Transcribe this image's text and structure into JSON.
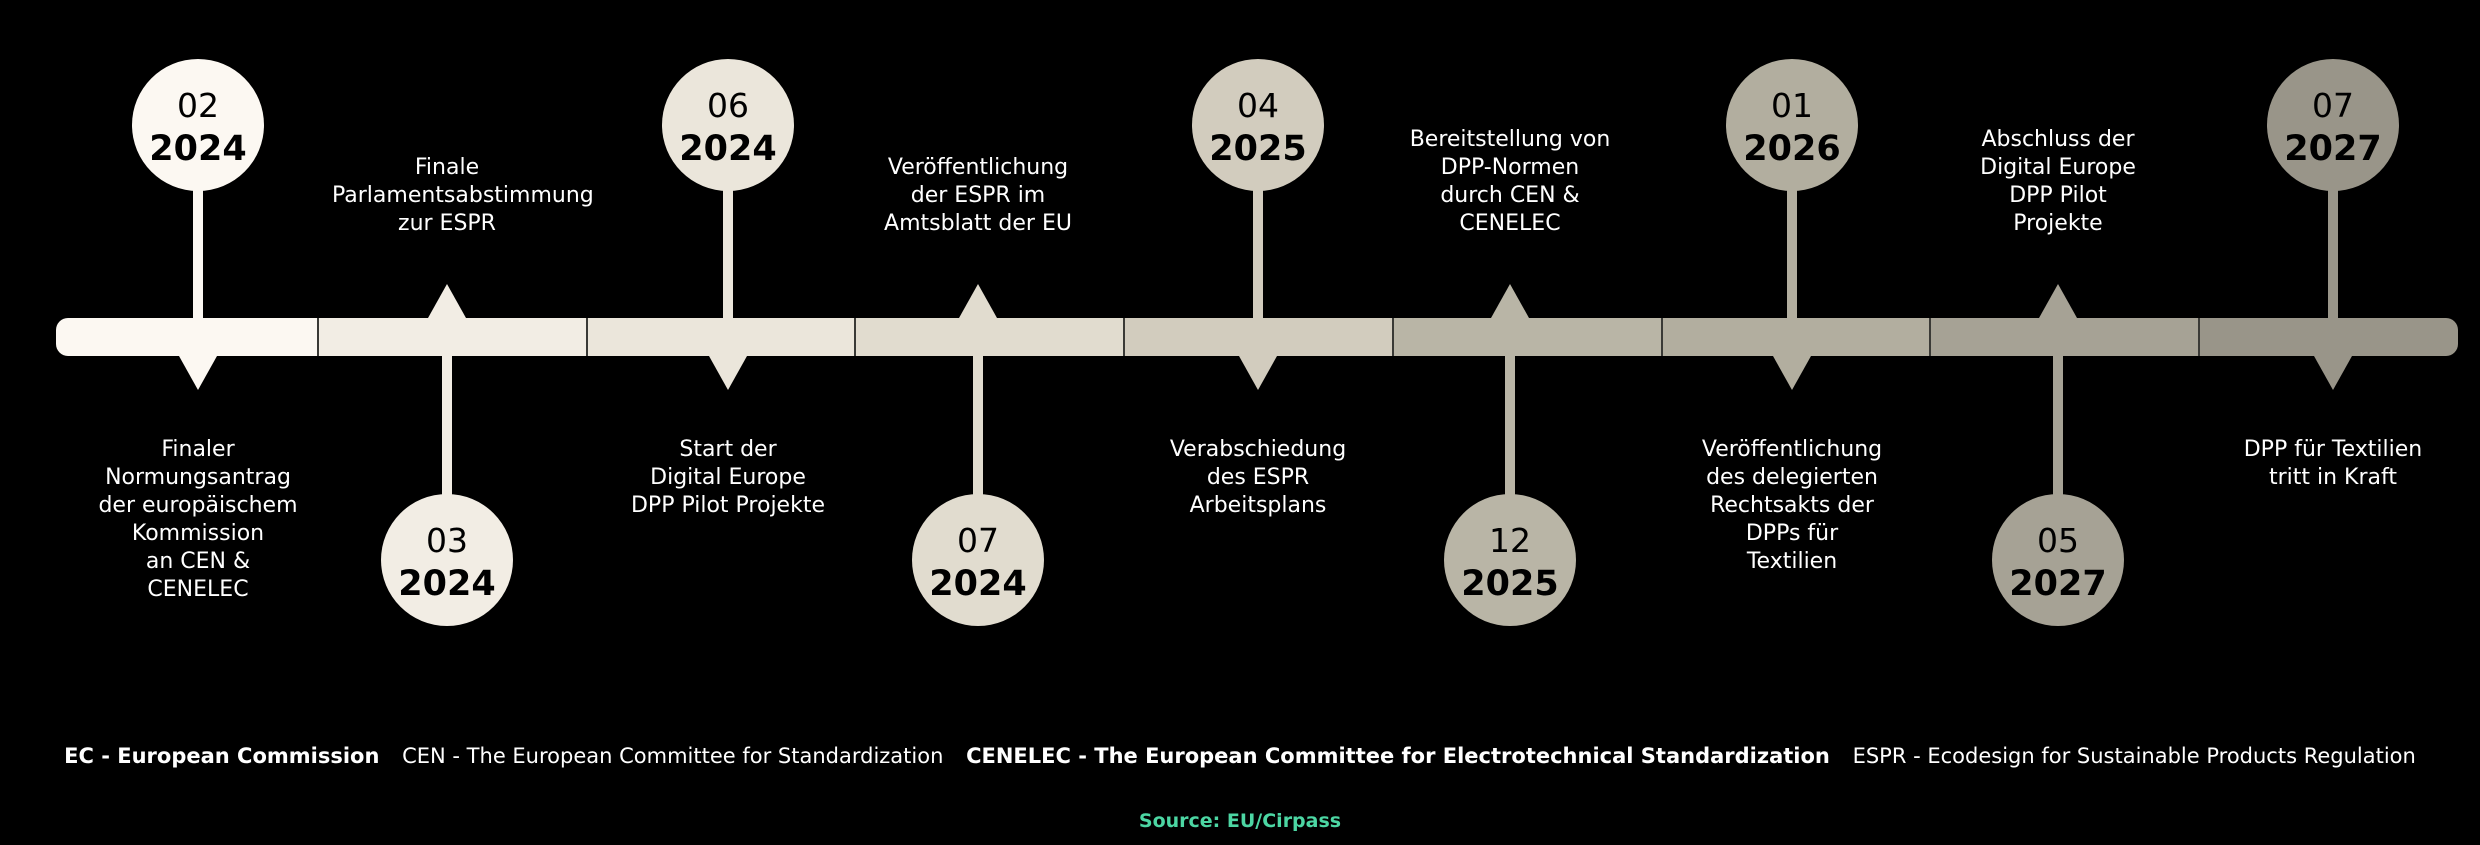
{
  "colors": {
    "background": "#000000",
    "text": "#ffffff",
    "source": "#4cd6a3",
    "date_text": "#000000",
    "bar_segments": [
      "#fcf8f2",
      "#f2ede4",
      "#ebe6db",
      "#e1dccf",
      "#d2ccbe",
      "#b9b5a6",
      "#b2ae9f",
      "#a6a295",
      "#999589"
    ]
  },
  "events": [
    {
      "month": "02",
      "year": "2024",
      "position": "above",
      "color": "#fcf8f2",
      "lines": [
        "Finaler",
        "Normungsantrag",
        "der europäischem",
        "Kommission",
        "an CEN &",
        "CENELEC"
      ]
    },
    {
      "month": "03",
      "year": "2024",
      "position": "below",
      "color": "#f2ede4",
      "lines": [
        "Finale",
        "Parlamentsabstimmung",
        "zur ESPR"
      ]
    },
    {
      "month": "06",
      "year": "2024",
      "position": "above",
      "color": "#ebe6db",
      "lines": [
        "Start der",
        "Digital Europe",
        "DPP Pilot Projekte"
      ]
    },
    {
      "month": "07",
      "year": "2024",
      "position": "below",
      "color": "#e1dccf",
      "lines": [
        "Veröffentlichung",
        "der ESPR im",
        "Amtsblatt der EU"
      ]
    },
    {
      "month": "04",
      "year": "2025",
      "position": "above",
      "color": "#d2ccbe",
      "lines": [
        "Verabschiedung",
        "des ESPR",
        "Arbeitsplans"
      ]
    },
    {
      "month": "12",
      "year": "2025",
      "position": "below",
      "color": "#b9b5a6",
      "lines": [
        "Bereitstellung von",
        "DPP-Normen",
        "durch CEN &",
        "CENELEC"
      ]
    },
    {
      "month": "01",
      "year": "2026",
      "position": "above",
      "color": "#b2ae9f",
      "lines": [
        "Veröffentlichung",
        "des delegierten",
        "Rechtsakts der",
        "DPPs für",
        "Textilien"
      ]
    },
    {
      "month": "05",
      "year": "2027",
      "position": "below",
      "color": "#a6a295",
      "lines": [
        "Abschluss der",
        "Digital Europe",
        "DPP Pilot",
        "Projekte"
      ]
    },
    {
      "month": "07",
      "year": "2027",
      "position": "above",
      "color": "#999589",
      "lines": [
        "DPP für Textilien",
        "tritt in Kraft"
      ]
    }
  ],
  "legend": [
    {
      "text": "EC - European Commission",
      "bold": true
    },
    {
      "text": "CEN - The European Committee for Standardization",
      "bold": false
    },
    {
      "text": "CENELEC - The European Committee for Electrotechnical Standardization",
      "bold": true
    },
    {
      "text": "ESPR - Ecodesign for Sustainable Products Regulation",
      "bold": false
    }
  ],
  "source": "Source: EU/Cirpass"
}
